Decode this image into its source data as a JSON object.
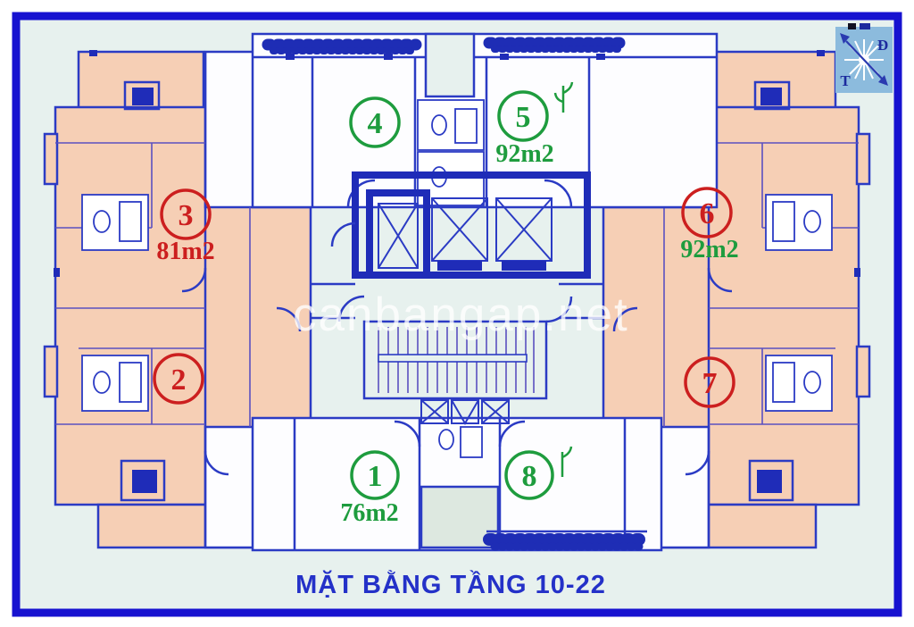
{
  "title": {
    "text": "MẶT BẰNG TẦNG 10-22",
    "color": "#2431c8"
  },
  "watermark": {
    "text": "canbangap.net"
  },
  "compass": {
    "east_label": "Đ",
    "west_label": "T"
  },
  "legend_note": "floor plan of floors 10-22 with 8 apartment units",
  "colors": {
    "frame_border": "#1712d0",
    "interior_background": "#e7f1ee",
    "wall_blue": "#2b3bc4",
    "core_wall_blue": "#1f2cb8",
    "apartment_fill_salmon": "#f6cfb5",
    "unit_green": "#1e9c3e",
    "unit_red": "#cc1f1f",
    "compass_background": "#8cbbdd"
  },
  "units": {
    "u1": {
      "number": "1",
      "color": "#1e9c3e",
      "area": "76m2",
      "area_color": "#1e9c3e"
    },
    "u2": {
      "number": "2",
      "color": "#cc1f1f"
    },
    "u3": {
      "number": "3",
      "color": "#cc1f1f",
      "area": "81m2",
      "area_color": "#cc1f1f"
    },
    "u4": {
      "number": "4",
      "color": "#1e9c3e"
    },
    "u5": {
      "number": "5",
      "color": "#1e9c3e",
      "area": "92m2",
      "area_color": "#1e9c3e"
    },
    "u6": {
      "number": "6",
      "color": "#cc1f1f",
      "area": "92m2",
      "area_color": "#1e9c3e"
    },
    "u7": {
      "number": "7",
      "color": "#cc1f1f"
    },
    "u8": {
      "number": "8",
      "color": "#1e9c3e"
    }
  }
}
